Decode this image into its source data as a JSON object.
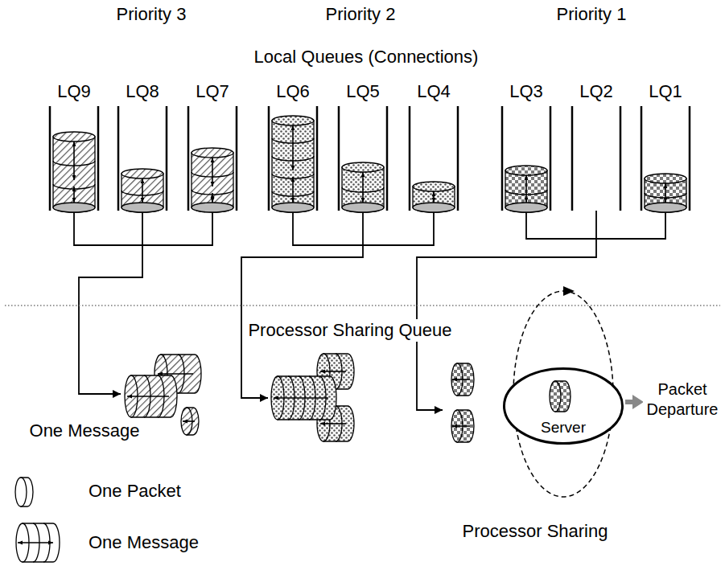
{
  "diagram": {
    "nodes": [
      {
        "text": [
          "LQ9"
        ]
      },
      {
        "text": [
          "LQ8"
        ]
      },
      {
        "text": [
          "LQ7"
        ]
      },
      {
        "text": [
          "LQ6"
        ]
      },
      {
        "text": [
          "LQ5"
        ]
      },
      {
        "text": [
          "LQ4"
        ]
      },
      {
        "text": [
          "LQ3"
        ]
      },
      {
        "text": [
          "LQ2"
        ]
      },
      {
        "text": [
          "LQ1"
        ]
      },
      {
        "text": [
          "Server"
        ]
      }
    ],
    "labels": [
      "Priority 3",
      "Priority 2",
      "Priority 1",
      "Local Queues (Connections)",
      "Processor Sharing Queue",
      "One Message",
      "Packet Departure",
      "Processor Sharing"
    ],
    "legend": [
      {
        "text": "One Packet"
      },
      {
        "text": "One Message"
      }
    ]
  }
}
